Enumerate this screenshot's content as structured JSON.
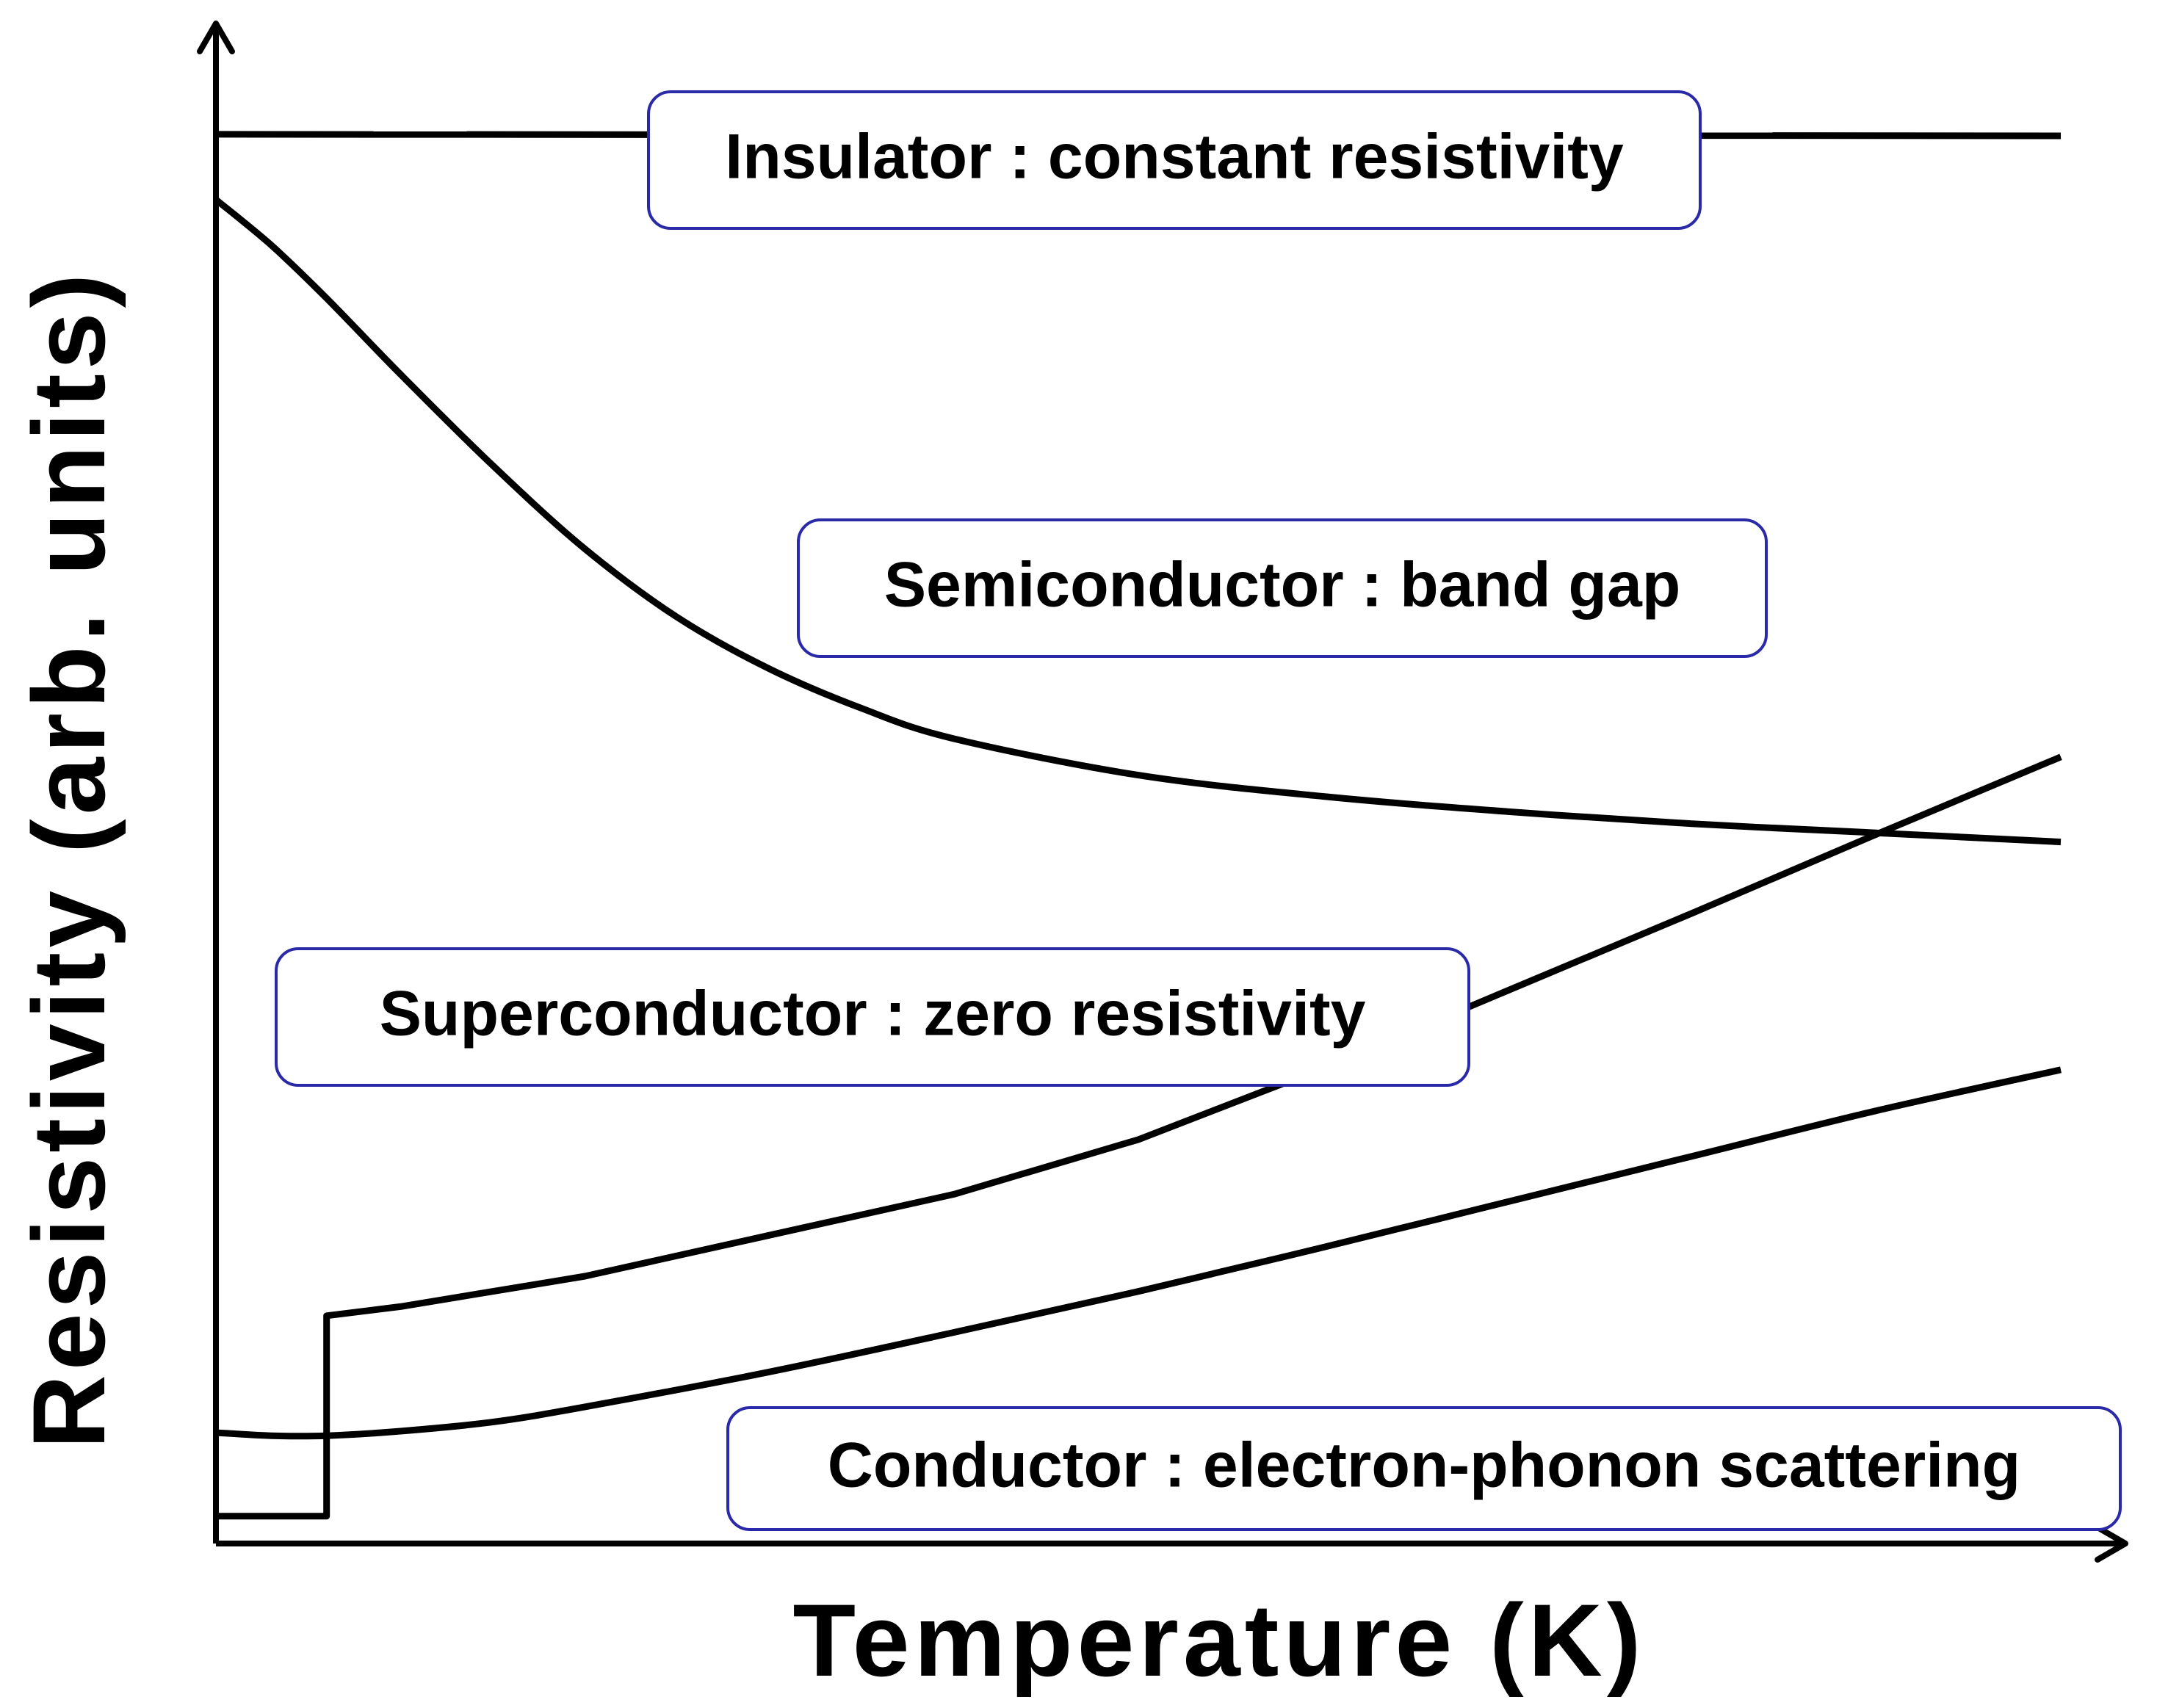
{
  "chart_data": {
    "type": "line",
    "xlabel": "Temperature (K)",
    "ylabel": "Resistivity (arb. units)",
    "grid": false,
    "colors": {
      "curves": "#000000",
      "label_border": "#2a2aa8"
    },
    "series": [
      {
        "name": "Insulator : constant resistivity",
        "x": [
          0,
          100
        ],
        "y": [
          92.8,
          92.7
        ]
      },
      {
        "name": "Semiconductor : band gap",
        "x": [
          0,
          3,
          6,
          10,
          15,
          20,
          25,
          30,
          35,
          40,
          50,
          60,
          70,
          80,
          90,
          100
        ],
        "y": [
          88.5,
          85.5,
          82.0,
          77.0,
          71.0,
          65.5,
          61.0,
          57.6,
          55.0,
          53.0,
          50.6,
          49.2,
          48.2,
          47.4,
          46.8,
          46.2
        ]
      },
      {
        "name": "Superconductor : zero resistivity",
        "x": [
          0,
          6,
          6,
          10,
          20,
          30,
          40,
          50,
          60,
          70,
          80,
          90,
          100
        ],
        "y": [
          1.8,
          1.8,
          15.0,
          15.6,
          17.6,
          20.3,
          23.0,
          26.6,
          31.3,
          36.4,
          41.5,
          46.7,
          51.8
        ]
      },
      {
        "name": "Conductor : electron-phonon scattering",
        "x": [
          0,
          3,
          6,
          10,
          15,
          20,
          30,
          40,
          50,
          60,
          70,
          80,
          90,
          100
        ],
        "y": [
          7.3,
          7.1,
          7.1,
          7.4,
          8.0,
          9.0,
          11.3,
          13.9,
          16.6,
          19.5,
          22.5,
          25.5,
          28.5,
          31.2
        ]
      }
    ],
    "annotations": [
      "Insulator : constant resistivity",
      "Semiconductor : band gap",
      "Superconductor : zero resistivity",
      "Conductor : electron-phonon scattering"
    ]
  }
}
